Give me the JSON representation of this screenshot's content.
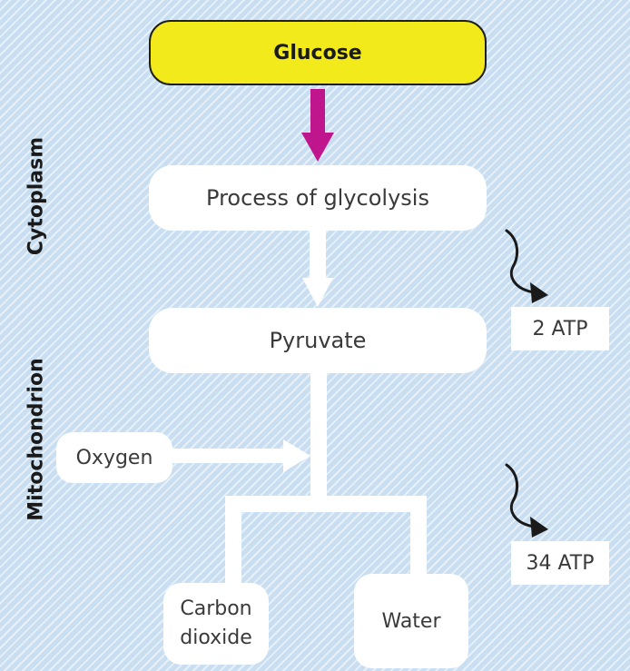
{
  "diagram": {
    "start": "Glucose",
    "steps": [
      "Process of glycolysis",
      "Pyruvate"
    ],
    "input": "Oxygen",
    "products": [
      "Carbon\ndioxide",
      "Water"
    ],
    "energy": [
      "2 ATP",
      "34 ATP"
    ],
    "regions": [
      "Cytoplasm",
      "Mitochondrion"
    ]
  },
  "colors": {
    "glucose_fill": "#f2ea1a",
    "main_arrow": "#c0168d",
    "background": "#c9dff1",
    "connector": "#ffffff",
    "atp_arrow": "#1a1a1a"
  }
}
